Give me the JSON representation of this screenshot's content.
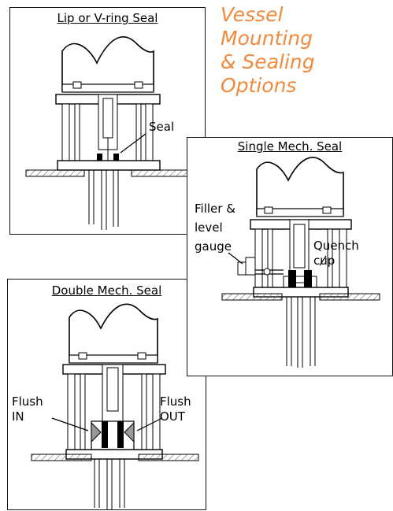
{
  "heading": {
    "line1": "Vessel",
    "line2": "Mounting",
    "line3": "& Sealing",
    "line4": "Options",
    "color": "#f08a3c"
  },
  "panels": {
    "lip": {
      "title": "Lip or V-ring Seal",
      "labels": {
        "seal": "Seal"
      }
    },
    "single": {
      "title": "Single Mech. Seal",
      "labels": {
        "filler_line1": "Filler &",
        "filler_line2": "level",
        "filler_line3": "gauge",
        "quench_line1": "Quench",
        "quench_line2": "cup"
      }
    },
    "double": {
      "title": "Double Mech. Seal",
      "labels": {
        "flush_in_line1": "Flush",
        "flush_in_line2": "IN",
        "flush_out_line1": "Flush",
        "flush_out_line2": "OUT"
      }
    }
  }
}
